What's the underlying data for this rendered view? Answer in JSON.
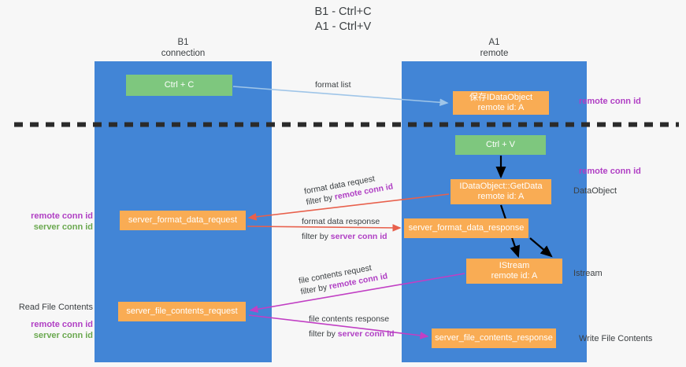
{
  "title": "B1 - Ctrl+C\nA1 - Ctrl+V",
  "columns": {
    "left": {
      "header": "B1\nconnection"
    },
    "right": {
      "header": "A1\nremote"
    }
  },
  "colors": {
    "lane": "#4285d6",
    "box_orange": "#f9ac54",
    "box_green": "#7ec77e",
    "ink_purple": "#b03fc4",
    "ink_green": "#6aa84f",
    "arrow_format_list": "#9fc5e8",
    "arrow_format_data": "#e8604c",
    "arrow_file_contents": "#c13fc4",
    "arrow_black": "#000000",
    "background": "#f7f7f7"
  },
  "nodes": {
    "ctrl_c": "Ctrl + C",
    "save_idataobject": "保存IDataObject\nremote id: A",
    "ctrl_v": "Ctrl + V",
    "get_data": "IDataObject::GetData\nremote id: A",
    "server_format_data_request": "server_format_data_request",
    "server_format_data_response": "server_format_data_response",
    "istream": "IStream\nremote id: A",
    "server_file_contents_request": "server_file_contents_request",
    "server_file_contents_response": "server_file_contents_response"
  },
  "edge_labels": {
    "format_list": {
      "line1": "format list"
    },
    "format_data_request": {
      "line1": "format data request",
      "prefix": "filter by ",
      "key": "remote conn id"
    },
    "format_data_response": {
      "line1": "format data response",
      "prefix": "filter by ",
      "key": "server conn id"
    },
    "file_contents_request": {
      "line1": "file contents request",
      "prefix": "filter by ",
      "key": "remote conn id"
    },
    "file_contents_response": {
      "line1": "file contents response",
      "prefix": "filter by ",
      "key": "server conn id"
    }
  },
  "annotations": {
    "right_remote_conn_id_top": "remote conn id",
    "right_remote_conn_id_mid": "remote conn id",
    "dataobject": "DataObject",
    "istream": "Istream",
    "write_file_contents": "Write File Contents",
    "left_mid": {
      "remote": "remote conn id",
      "server": "server conn id"
    },
    "left_bottom": {
      "heading": "Read File Contents",
      "remote": "remote conn id",
      "server": "server conn id"
    }
  }
}
